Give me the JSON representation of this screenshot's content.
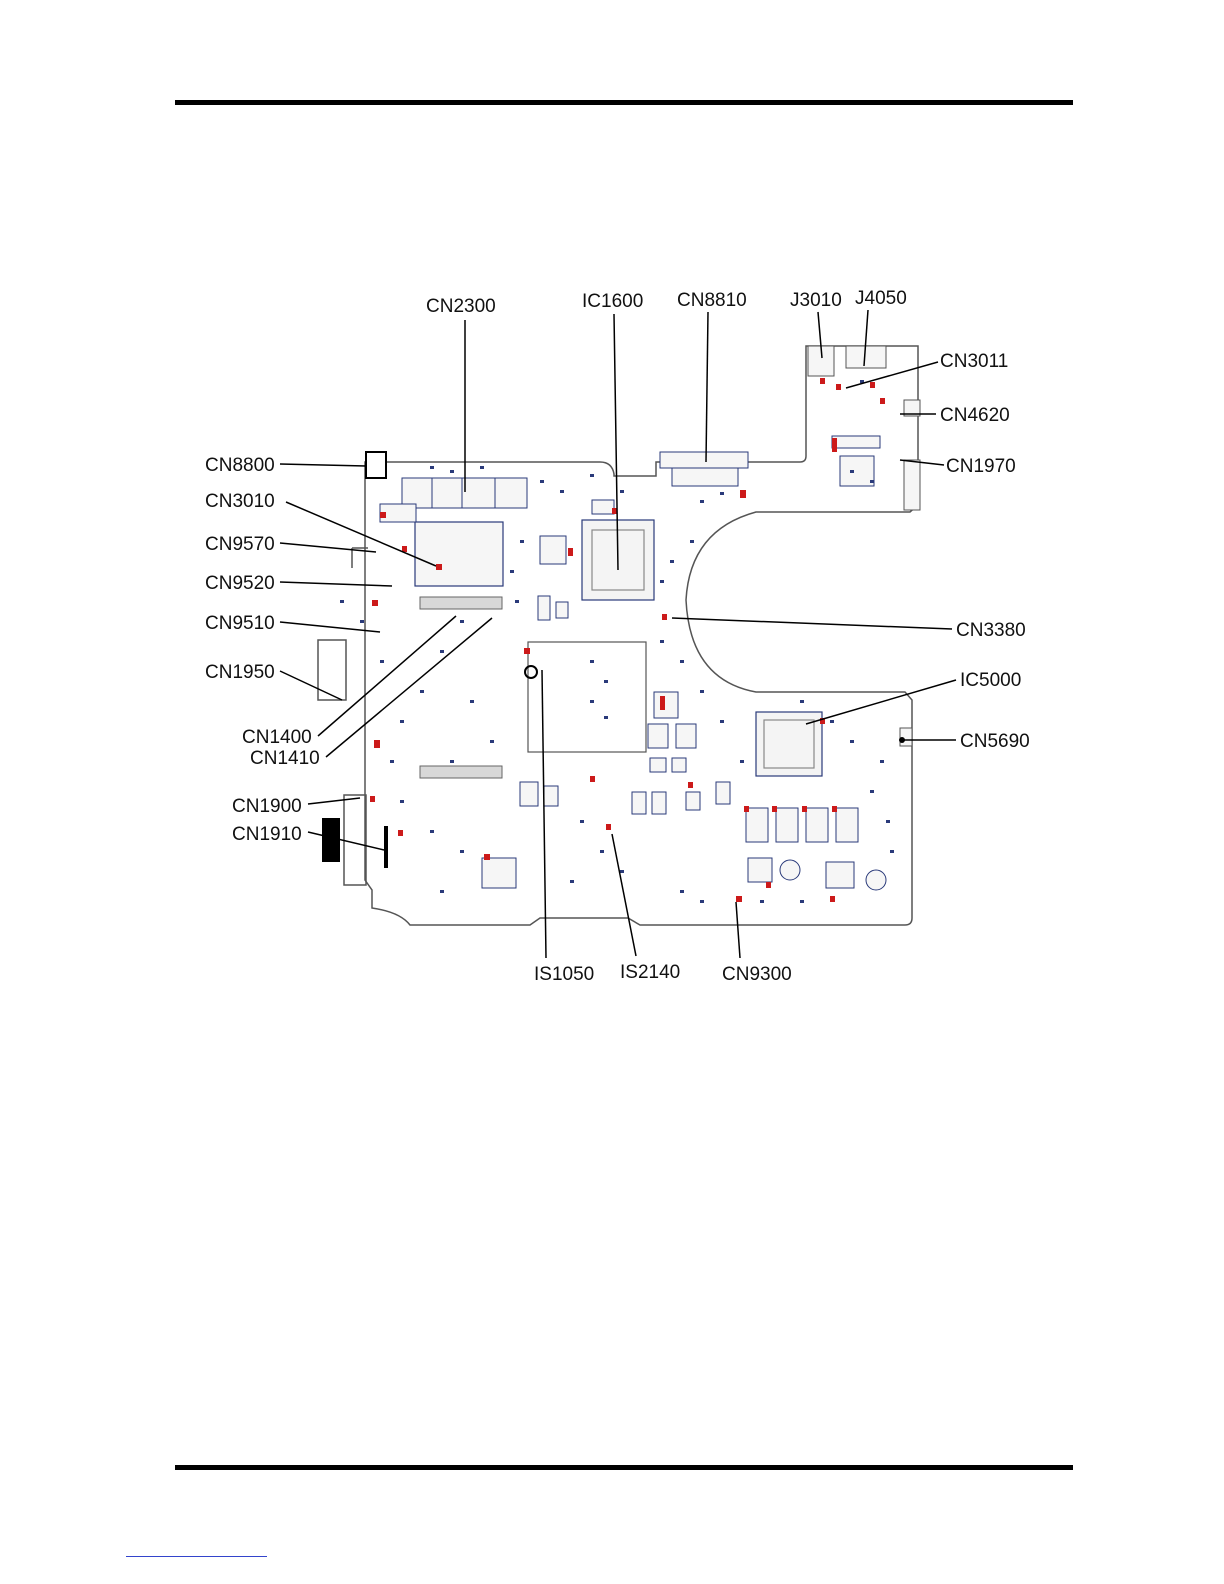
{
  "labels": {
    "cn2300": "CN2300",
    "ic1600": "IC1600",
    "cn8810": "CN8810",
    "j3010": "J3010",
    "j4050": "J4050",
    "cn3011": "CN3011",
    "cn4620": "CN4620",
    "cn1970": "CN1970",
    "cn8800": "CN8800",
    "cn3010": "CN3010",
    "cn9570": "CN9570",
    "cn9520": "CN9520",
    "cn9510": "CN9510",
    "cn1950": "CN1950",
    "cn1400": "CN1400",
    "cn1410": "CN1410",
    "cn1900": "CN1900",
    "cn1910": "CN1910",
    "cn3380": "CN3380",
    "ic5000": "IC5000",
    "cn5690": "CN5690",
    "is1050": "IS1050",
    "is2140": "IS2140",
    "cn9300": "CN9300"
  },
  "colors": {
    "outline": "#555555",
    "marker": "#cc1a1a",
    "component": "#2a3a7a",
    "leader": "#000000"
  }
}
